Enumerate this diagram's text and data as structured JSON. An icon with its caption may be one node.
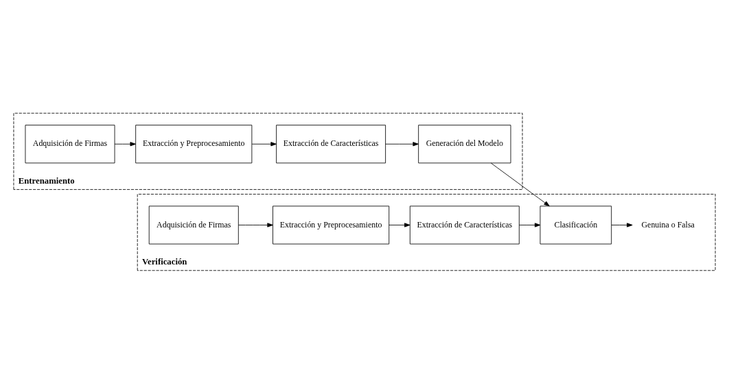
{
  "diagram": {
    "nodes": [
      {
        "text": [
          "Entrenamiento"
        ]
      },
      {
        "text": [
          "Adquisición de Firmas"
        ],
        "in": 0
      },
      {
        "text": [
          "Extracción y Preprocesamiento"
        ],
        "in": 0
      },
      {
        "text": [
          "Extracción de Características"
        ],
        "in": 0
      },
      {
        "text": [
          "Generación del Modelo"
        ],
        "in": 0
      },
      {
        "text": [
          "Verificación"
        ]
      },
      {
        "text": [
          "Clasificación"
        ],
        "in": 5
      },
      {
        "text": [
          "Adquisición de Firmas"
        ],
        "in": 5
      },
      {
        "text": [
          "Extracción y Preprocesamiento"
        ],
        "in": 5
      },
      {
        "text": [
          "Extracción de Características"
        ],
        "in": 5
      },
      {
        "text": [
          "Genuina o Falsa"
        ],
        "in": 5
      }
    ],
    "edges": [
      {
        "from": 1,
        "to": 2,
        "arrow": "to"
      },
      {
        "from": 2,
        "to": 3,
        "arrow": "to"
      },
      {
        "from": 3,
        "to": 4,
        "arrow": "to"
      },
      {
        "from": 4,
        "to": 6,
        "arrow": "to"
      },
      {
        "from": 7,
        "to": 8,
        "arrow": "to"
      },
      {
        "from": 8,
        "to": 9,
        "arrow": "to"
      },
      {
        "from": 9,
        "to": 6,
        "arrow": "to"
      },
      {
        "from": 6,
        "to": 10,
        "arrow": "to"
      }
    ]
  }
}
